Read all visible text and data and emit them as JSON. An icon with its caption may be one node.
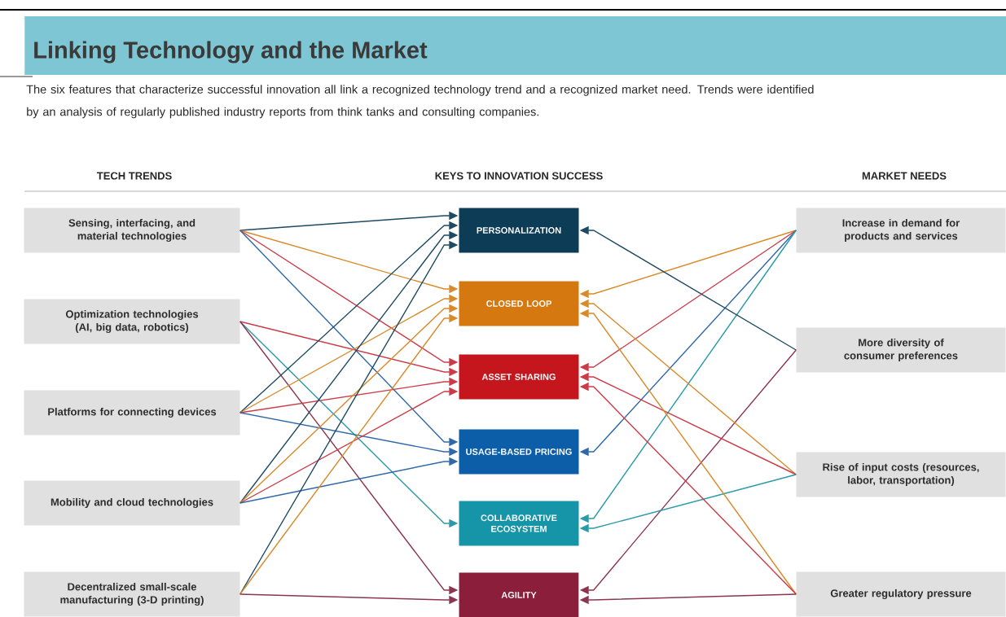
{
  "diagram": {
    "title": "Linking Technology and the Market",
    "caption": "The six features that characterize successful innovation all link a recognized technology trend and a recognized market need. Trends were identified by an analysis of regularly published industry reports from think tanks and consulting companies.",
    "labels": [
      "TECH TRENDS",
      "KEYS TO INNOVATION SUCCESS",
      "MARKET NEEDS"
    ],
    "nodes": [
      {
        "text": [
          "Sensing, interfacing, and material technologies"
        ]
      },
      {
        "text": [
          "Optimization technologies (AI, big data, robotics)"
        ]
      },
      {
        "text": [
          "Platforms for connecting devices"
        ]
      },
      {
        "text": [
          "Mobility and cloud technologies"
        ]
      },
      {
        "text": [
          "Decentralized small-scale manufacturing (3-D printing)"
        ]
      },
      {
        "text": [
          "PERSONALIZATION"
        ]
      },
      {
        "text": [
          "CLOSED LOOP"
        ]
      },
      {
        "text": [
          "ASSET SHARING"
        ]
      },
      {
        "text": [
          "USAGE-BASED PRICING"
        ]
      },
      {
        "text": [
          "COLLABORATIVE ECOSYSTEM"
        ]
      },
      {
        "text": [
          "AGILITY"
        ]
      },
      {
        "text": [
          "Increase in demand for products and services"
        ]
      },
      {
        "text": [
          "More diversity of consumer preferences"
        ]
      },
      {
        "text": [
          "Rise of input costs (resources, labor, transportation)"
        ]
      },
      {
        "text": [
          "Greater regulatory pressure"
        ]
      }
    ],
    "edges": [
      {
        "from": 0,
        "to": 5,
        "arrow": "to",
        "color": "#1d4a63"
      },
      {
        "from": 0,
        "to": 6,
        "arrow": "to",
        "color": "#d98a2b"
      },
      {
        "from": 0,
        "to": 7,
        "arrow": "to",
        "color": "#cc3b48"
      },
      {
        "from": 0,
        "to": 8,
        "arrow": "to",
        "color": "#2f68a8"
      },
      {
        "from": 1,
        "to": 7,
        "arrow": "to",
        "color": "#cc3b48"
      },
      {
        "from": 1,
        "to": 9,
        "arrow": "to",
        "color": "#2a9aa8"
      },
      {
        "from": 1,
        "to": 10,
        "arrow": "to",
        "color": "#8c3550"
      },
      {
        "from": 2,
        "to": 5,
        "arrow": "to",
        "color": "#1d4a63"
      },
      {
        "from": 2,
        "to": 6,
        "arrow": "to",
        "color": "#d98a2b"
      },
      {
        "from": 2,
        "to": 7,
        "arrow": "to",
        "color": "#cc3b48"
      },
      {
        "from": 2,
        "to": 8,
        "arrow": "to",
        "color": "#2f68a8"
      },
      {
        "from": 3,
        "to": 5,
        "arrow": "to",
        "color": "#1d4a63"
      },
      {
        "from": 3,
        "to": 6,
        "arrow": "to",
        "color": "#d98a2b"
      },
      {
        "from": 3,
        "to": 7,
        "arrow": "to",
        "color": "#cc3b48"
      },
      {
        "from": 3,
        "to": 8,
        "arrow": "to",
        "color": "#2f68a8"
      },
      {
        "from": 4,
        "to": 5,
        "arrow": "to",
        "color": "#1d4a63"
      },
      {
        "from": 4,
        "to": 6,
        "arrow": "to",
        "color": "#d98a2b"
      },
      {
        "from": 4,
        "to": 10,
        "arrow": "to",
        "color": "#8c3550"
      },
      {
        "from": 11,
        "to": 6,
        "arrow": "to",
        "color": "#d98a2b"
      },
      {
        "from": 11,
        "to": 7,
        "arrow": "to",
        "color": "#cc3b48"
      },
      {
        "from": 11,
        "to": 8,
        "arrow": "to",
        "color": "#2f68a8"
      },
      {
        "from": 11,
        "to": 9,
        "arrow": "to",
        "color": "#2a9aa8"
      },
      {
        "from": 12,
        "to": 5,
        "arrow": "to",
        "color": "#1d4a63"
      },
      {
        "from": 12,
        "to": 10,
        "arrow": "to",
        "color": "#8c3550"
      },
      {
        "from": 13,
        "to": 6,
        "arrow": "to",
        "color": "#d98a2b"
      },
      {
        "from": 13,
        "to": 7,
        "arrow": "to",
        "color": "#cc3b48"
      },
      {
        "from": 13,
        "to": 9,
        "arrow": "to",
        "color": "#2a9aa8"
      },
      {
        "from": 14,
        "to": 6,
        "arrow": "to",
        "color": "#d98a2b"
      },
      {
        "from": 14,
        "to": 7,
        "arrow": "to",
        "color": "#cc3b48"
      },
      {
        "from": 14,
        "to": 10,
        "arrow": "to",
        "color": "#8c3550"
      }
    ]
  }
}
